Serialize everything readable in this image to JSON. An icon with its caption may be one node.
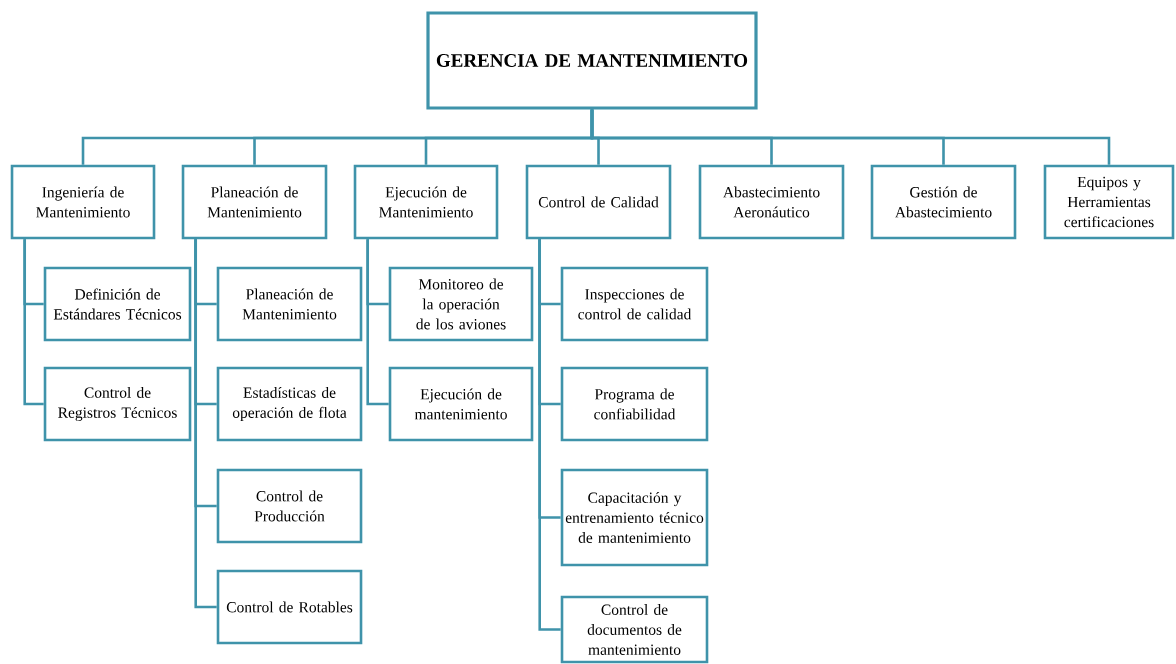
{
  "diagram": {
    "nodes": [
      {
        "text": [
          "GERENCIA DE MANTENIMIENTO"
        ]
      },
      {
        "text": [
          "Ingeniería de Mantenimiento"
        ]
      },
      {
        "text": [
          "Planeación de Mantenimiento"
        ]
      },
      {
        "text": [
          "Ejecución de Mantenimiento"
        ]
      },
      {
        "text": [
          "Control de Calidad"
        ]
      },
      {
        "text": [
          "Abastecimiento Aeronáutico"
        ]
      },
      {
        "text": [
          "Gestión de Abastecimiento"
        ]
      },
      {
        "text": [
          "Equipos y Herramientas certificaciones"
        ]
      },
      {
        "text": [
          "Definición de Estándares Técnicos"
        ]
      },
      {
        "text": [
          "Control de Registros Técnicos"
        ]
      },
      {
        "text": [
          "Planeación de Mantenimiento"
        ]
      },
      {
        "text": [
          "Estadísticas de operación de flota"
        ]
      },
      {
        "text": [
          "Control de Producción"
        ]
      },
      {
        "text": [
          "Control de Rotables"
        ]
      },
      {
        "text": [
          "Monitoreo de la operación de los aviones"
        ]
      },
      {
        "text": [
          "Ejecución de mantenimiento"
        ]
      },
      {
        "text": [
          "Inspecciones de control de calidad"
        ]
      },
      {
        "text": [
          "Programa de confiabilidad"
        ]
      },
      {
        "text": [
          "Capacitación y entrenamiento técnico de mantenimiento"
        ]
      },
      {
        "text": [
          "Control de documentos de mantenimiento"
        ]
      }
    ],
    "edges": [
      {
        "from": 0,
        "to": 1,
        "arrow": "none"
      },
      {
        "from": 0,
        "to": 2,
        "arrow": "none"
      },
      {
        "from": 0,
        "to": 3,
        "arrow": "none"
      },
      {
        "from": 0,
        "to": 4,
        "arrow": "none"
      },
      {
        "from": 0,
        "to": 5,
        "arrow": "none"
      },
      {
        "from": 0,
        "to": 6,
        "arrow": "none"
      },
      {
        "from": 0,
        "to": 7,
        "arrow": "none"
      },
      {
        "from": 1,
        "to": 8,
        "arrow": "none"
      },
      {
        "from": 1,
        "to": 9,
        "arrow": "none"
      },
      {
        "from": 2,
        "to": 10,
        "arrow": "none"
      },
      {
        "from": 2,
        "to": 11,
        "arrow": "none"
      },
      {
        "from": 2,
        "to": 12,
        "arrow": "none"
      },
      {
        "from": 2,
        "to": 13,
        "arrow": "none"
      },
      {
        "from": 3,
        "to": 14,
        "arrow": "none"
      },
      {
        "from": 3,
        "to": 15,
        "arrow": "none"
      },
      {
        "from": 4,
        "to": 16,
        "arrow": "none"
      },
      {
        "from": 4,
        "to": 17,
        "arrow": "none"
      },
      {
        "from": 4,
        "to": 18,
        "arrow": "none"
      },
      {
        "from": 4,
        "to": 19,
        "arrow": "none"
      }
    ]
  }
}
